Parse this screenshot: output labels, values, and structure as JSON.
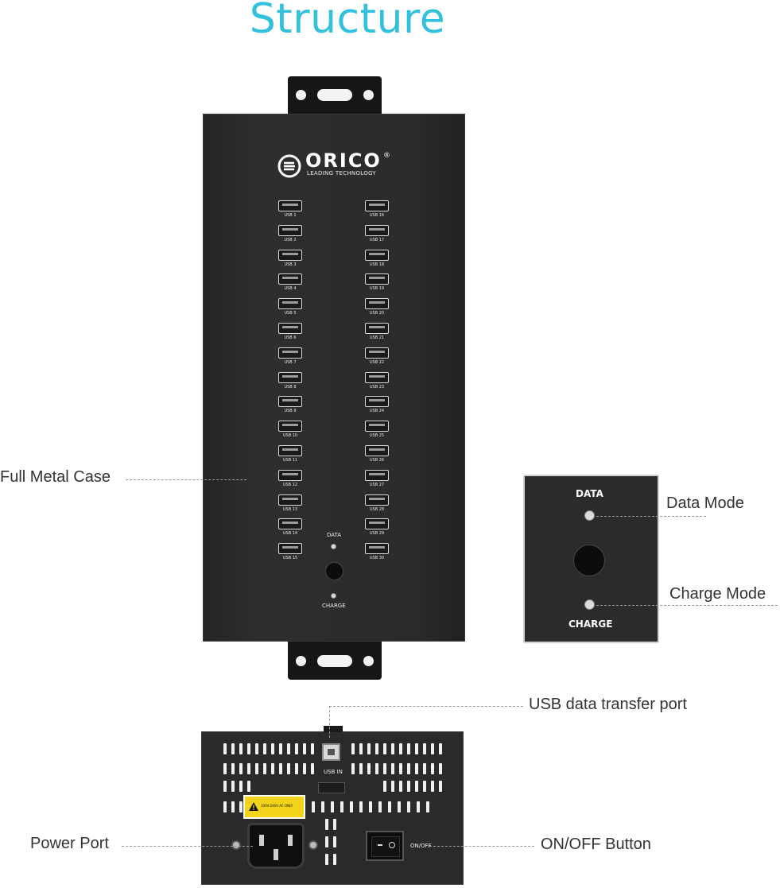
{
  "title": "Structure",
  "brand": {
    "name": "ORICO",
    "registered": "®",
    "tagline": "LEADING TECHNOLOGY"
  },
  "ports_left": [
    "USB 1",
    "USB 2",
    "USB 3",
    "USB 4",
    "USB 5",
    "USB 6",
    "USB 7",
    "USB 8",
    "USB 9",
    "USB 10",
    "USB 11",
    "USB 12",
    "USB 13",
    "USB 14",
    "USB 15"
  ],
  "ports_right": [
    "USB 16",
    "USB 17",
    "USB 18",
    "USB 19",
    "USB 20",
    "USB 21",
    "USB 22",
    "USB 23",
    "USB 24",
    "USB 25",
    "USB 26",
    "USB 27",
    "USB 28",
    "USB 29",
    "USB 30"
  ],
  "front_indicators": {
    "data": "DATA",
    "charge": "CHARGE"
  },
  "detail": {
    "data": "DATA",
    "charge": "CHARGE"
  },
  "callouts": {
    "case": "Full Metal Case",
    "data_mode": "Data Mode",
    "charge_mode": "Charge Mode",
    "usb_port": "USB data transfer port",
    "power_port": "Power Port",
    "onoff_button": "ON/OFF Button"
  },
  "back_panel": {
    "usb_in": "USB IN",
    "onoff": "ON/OFF",
    "warning": "100V-240V AC ONLY"
  },
  "colors": {
    "title": "#33c0dc",
    "case": "#2b2b2b",
    "warning_bg": "#f4d31b"
  }
}
